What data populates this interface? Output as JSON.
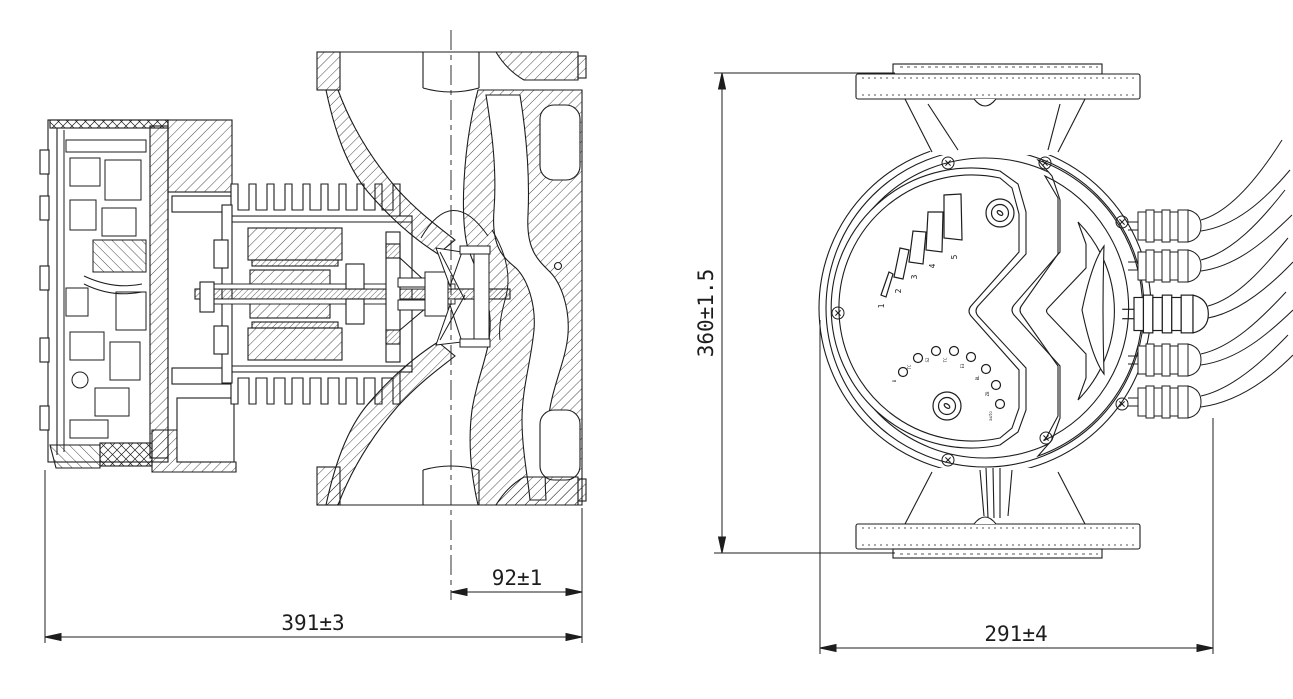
{
  "drawing": {
    "background": "#ffffff",
    "line_color": "#1d1d1d",
    "views": {
      "section": {
        "name": "side-section-view",
        "dim_overall_length": "391±3",
        "dim_casing_to_axis": "92±1"
      },
      "front": {
        "name": "front-view",
        "dim_height": "360±1.5",
        "dim_width": "291±4",
        "display": {
          "bar_labels": [
            "1",
            "2",
            "3",
            "4",
            "5"
          ],
          "led_labels": [
            "B",
            "TC",
            "S2",
            "TC",
            "E3",
            "BL",
            "ZB",
            "auto"
          ]
        },
        "cable_gland_count": 5
      }
    }
  }
}
